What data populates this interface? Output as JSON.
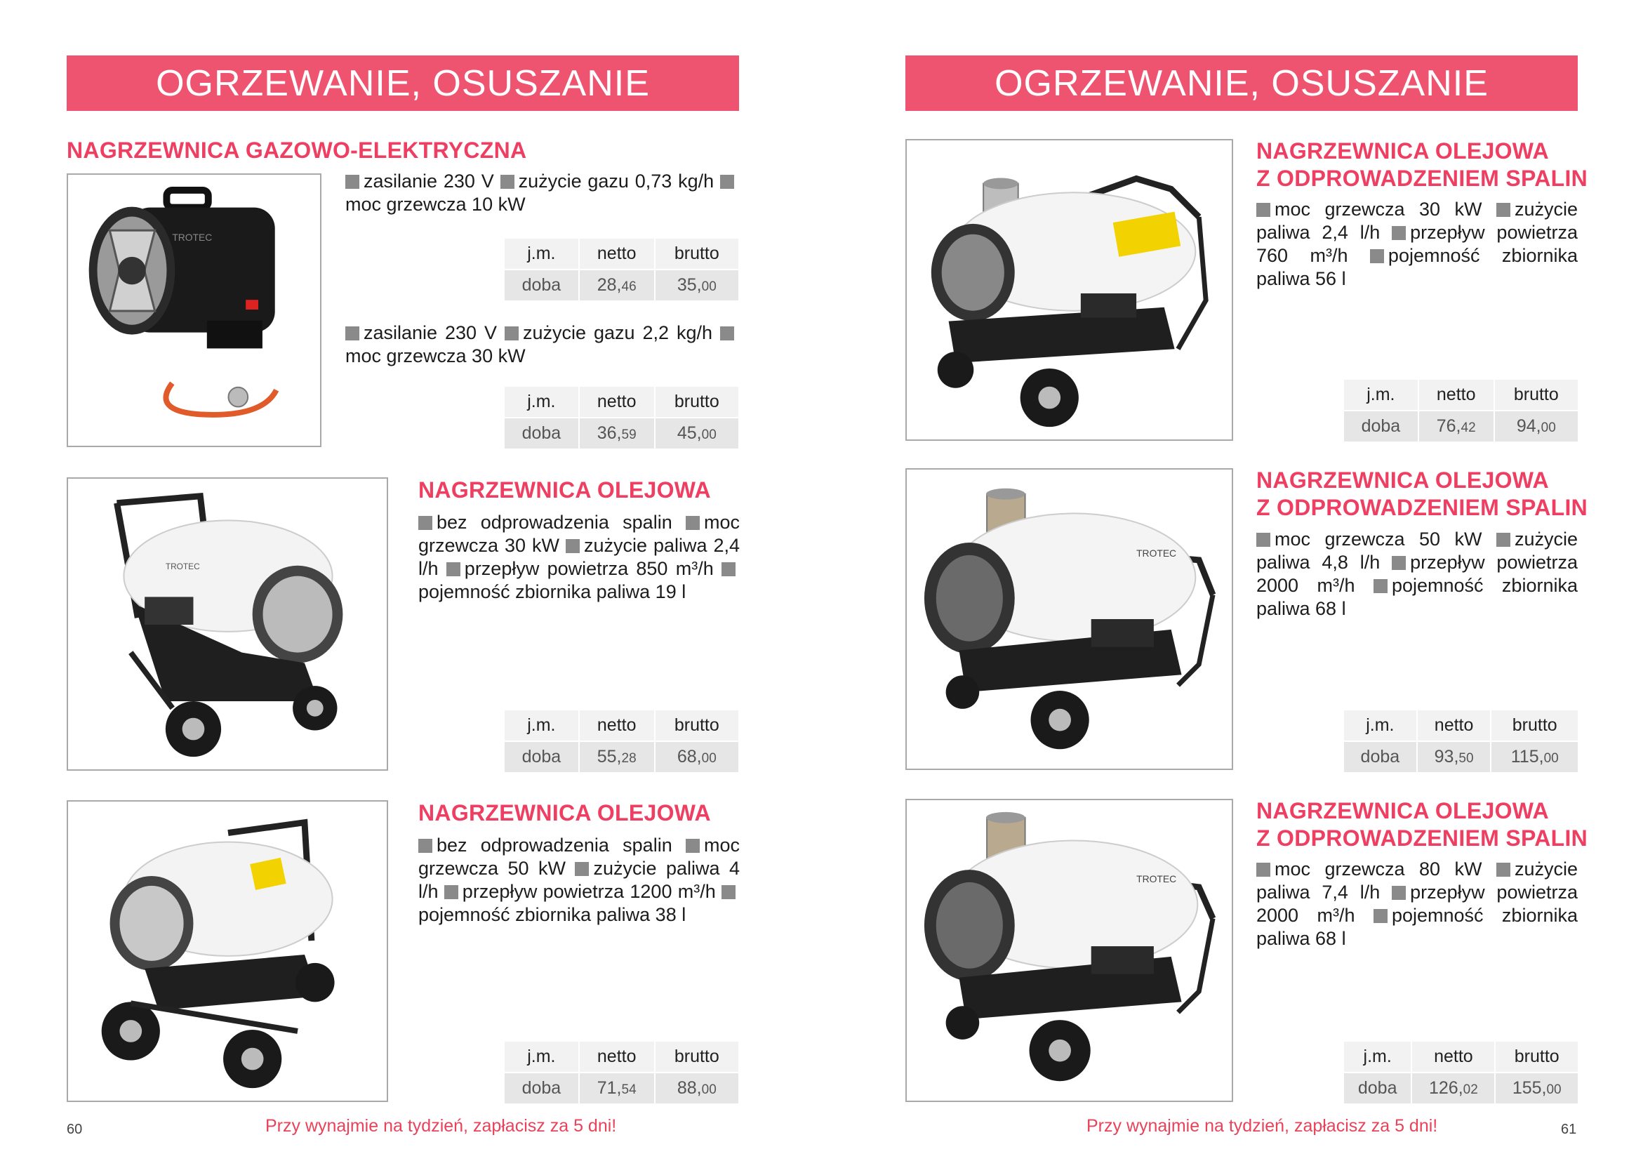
{
  "left_page": {
    "banner": "OGRZEWANIE, OSUSZANIE",
    "page_number": "60",
    "footer": "Przy wynajmie na tydzień, zapłacisz za 5 dni!"
  },
  "right_page": {
    "banner": "OGRZEWANIE, OSUSZANIE",
    "page_number": "61",
    "footer": "Przy wynajmie na tydzień, zapłacisz za 5 dni!"
  },
  "table_headers": {
    "unit": "j.m.",
    "net": "netto",
    "gross": "brutto"
  },
  "products": {
    "gas": {
      "title": "NAGRZEWNICA GAZOWO-ELEKTRYCZNA",
      "variant1": {
        "specs": [
          "zasilanie 230 V",
          "zużycie gazu 0,73 kg/h",
          "moc grzewcza 10 kW"
        ],
        "unit": "doba",
        "net_int": "28,",
        "net_dec": "46",
        "gross_int": "35,",
        "gross_dec": "00"
      },
      "variant2": {
        "specs": [
          "zasilanie 230 V",
          "zużycie gazu 2,2 kg/h",
          "moc grzewcza 30 kW"
        ],
        "unit": "doba",
        "net_int": "36,",
        "net_dec": "59",
        "gross_int": "45,",
        "gross_dec": "00"
      }
    },
    "oil30": {
      "title": "NAGRZEWNICA OLEJOWA",
      "specs": [
        "bez odprowadzenia spalin",
        "moc grzewcza 30 kW",
        "zużycie paliwa 2,4 l/h",
        "przepływ powietrza 850 m³/h",
        "pojemność zbiornika paliwa 19 l"
      ],
      "unit": "doba",
      "net_int": "55,",
      "net_dec": "28",
      "gross_int": "68,",
      "gross_dec": "00"
    },
    "oil50": {
      "title": "NAGRZEWNICA OLEJOWA",
      "specs": [
        "bez odprowadzenia spalin",
        "moc grzewcza 50 kW",
        "zużycie paliwa 4 l/h",
        "przepływ powietrza 1200 m³/h",
        "pojemność zbiornika paliwa 38 l"
      ],
      "unit": "doba",
      "net_int": "71,",
      "net_dec": "54",
      "gross_int": "88,",
      "gross_dec": "00"
    },
    "exhaust30": {
      "title_line1": "NAGRZEWNICA OLEJOWA",
      "title_line2": "Z ODPROWADZENIEM SPALIN",
      "specs": [
        "moc grzewcza 30 kW",
        "zużycie paliwa 2,4 l/h",
        "przepływ powietrza 760 m³/h",
        "pojemność zbiornika paliwa 56 l"
      ],
      "unit": "doba",
      "net_int": "76,",
      "net_dec": "42",
      "gross_int": "94,",
      "gross_dec": "00"
    },
    "exhaust50": {
      "title_line1": "NAGRZEWNICA OLEJOWA",
      "title_line2": "Z ODPROWADZENIEM SPALIN",
      "specs": [
        "moc grzewcza 50 kW",
        "zużycie paliwa 4,8 l/h",
        "przepływ powietrza 2000 m³/h",
        "pojemność zbiornika paliwa 68 l"
      ],
      "unit": "doba",
      "net_int": "93,",
      "net_dec": "50",
      "gross_int": "115,",
      "gross_dec": "00"
    },
    "exhaust80": {
      "title_line1": "NAGRZEWNICA OLEJOWA",
      "title_line2": "Z ODPROWADZENIEM SPALIN",
      "specs": [
        "moc grzewcza 80 kW",
        "zużycie paliwa 7,4 l/h",
        "przepływ powietrza 2000 m³/h",
        "pojemność zbiornika paliwa 68 l"
      ],
      "unit": "doba",
      "net_int": "126,",
      "net_dec": "02",
      "gross_int": "155,",
      "gross_dec": "00"
    }
  },
  "brand_logo_text": "TROTEC",
  "colors": {
    "accent": "#ee5470",
    "title": "#ee3f62",
    "table_bg": "#e6e6e6",
    "bullet": "#8a8a8a"
  }
}
